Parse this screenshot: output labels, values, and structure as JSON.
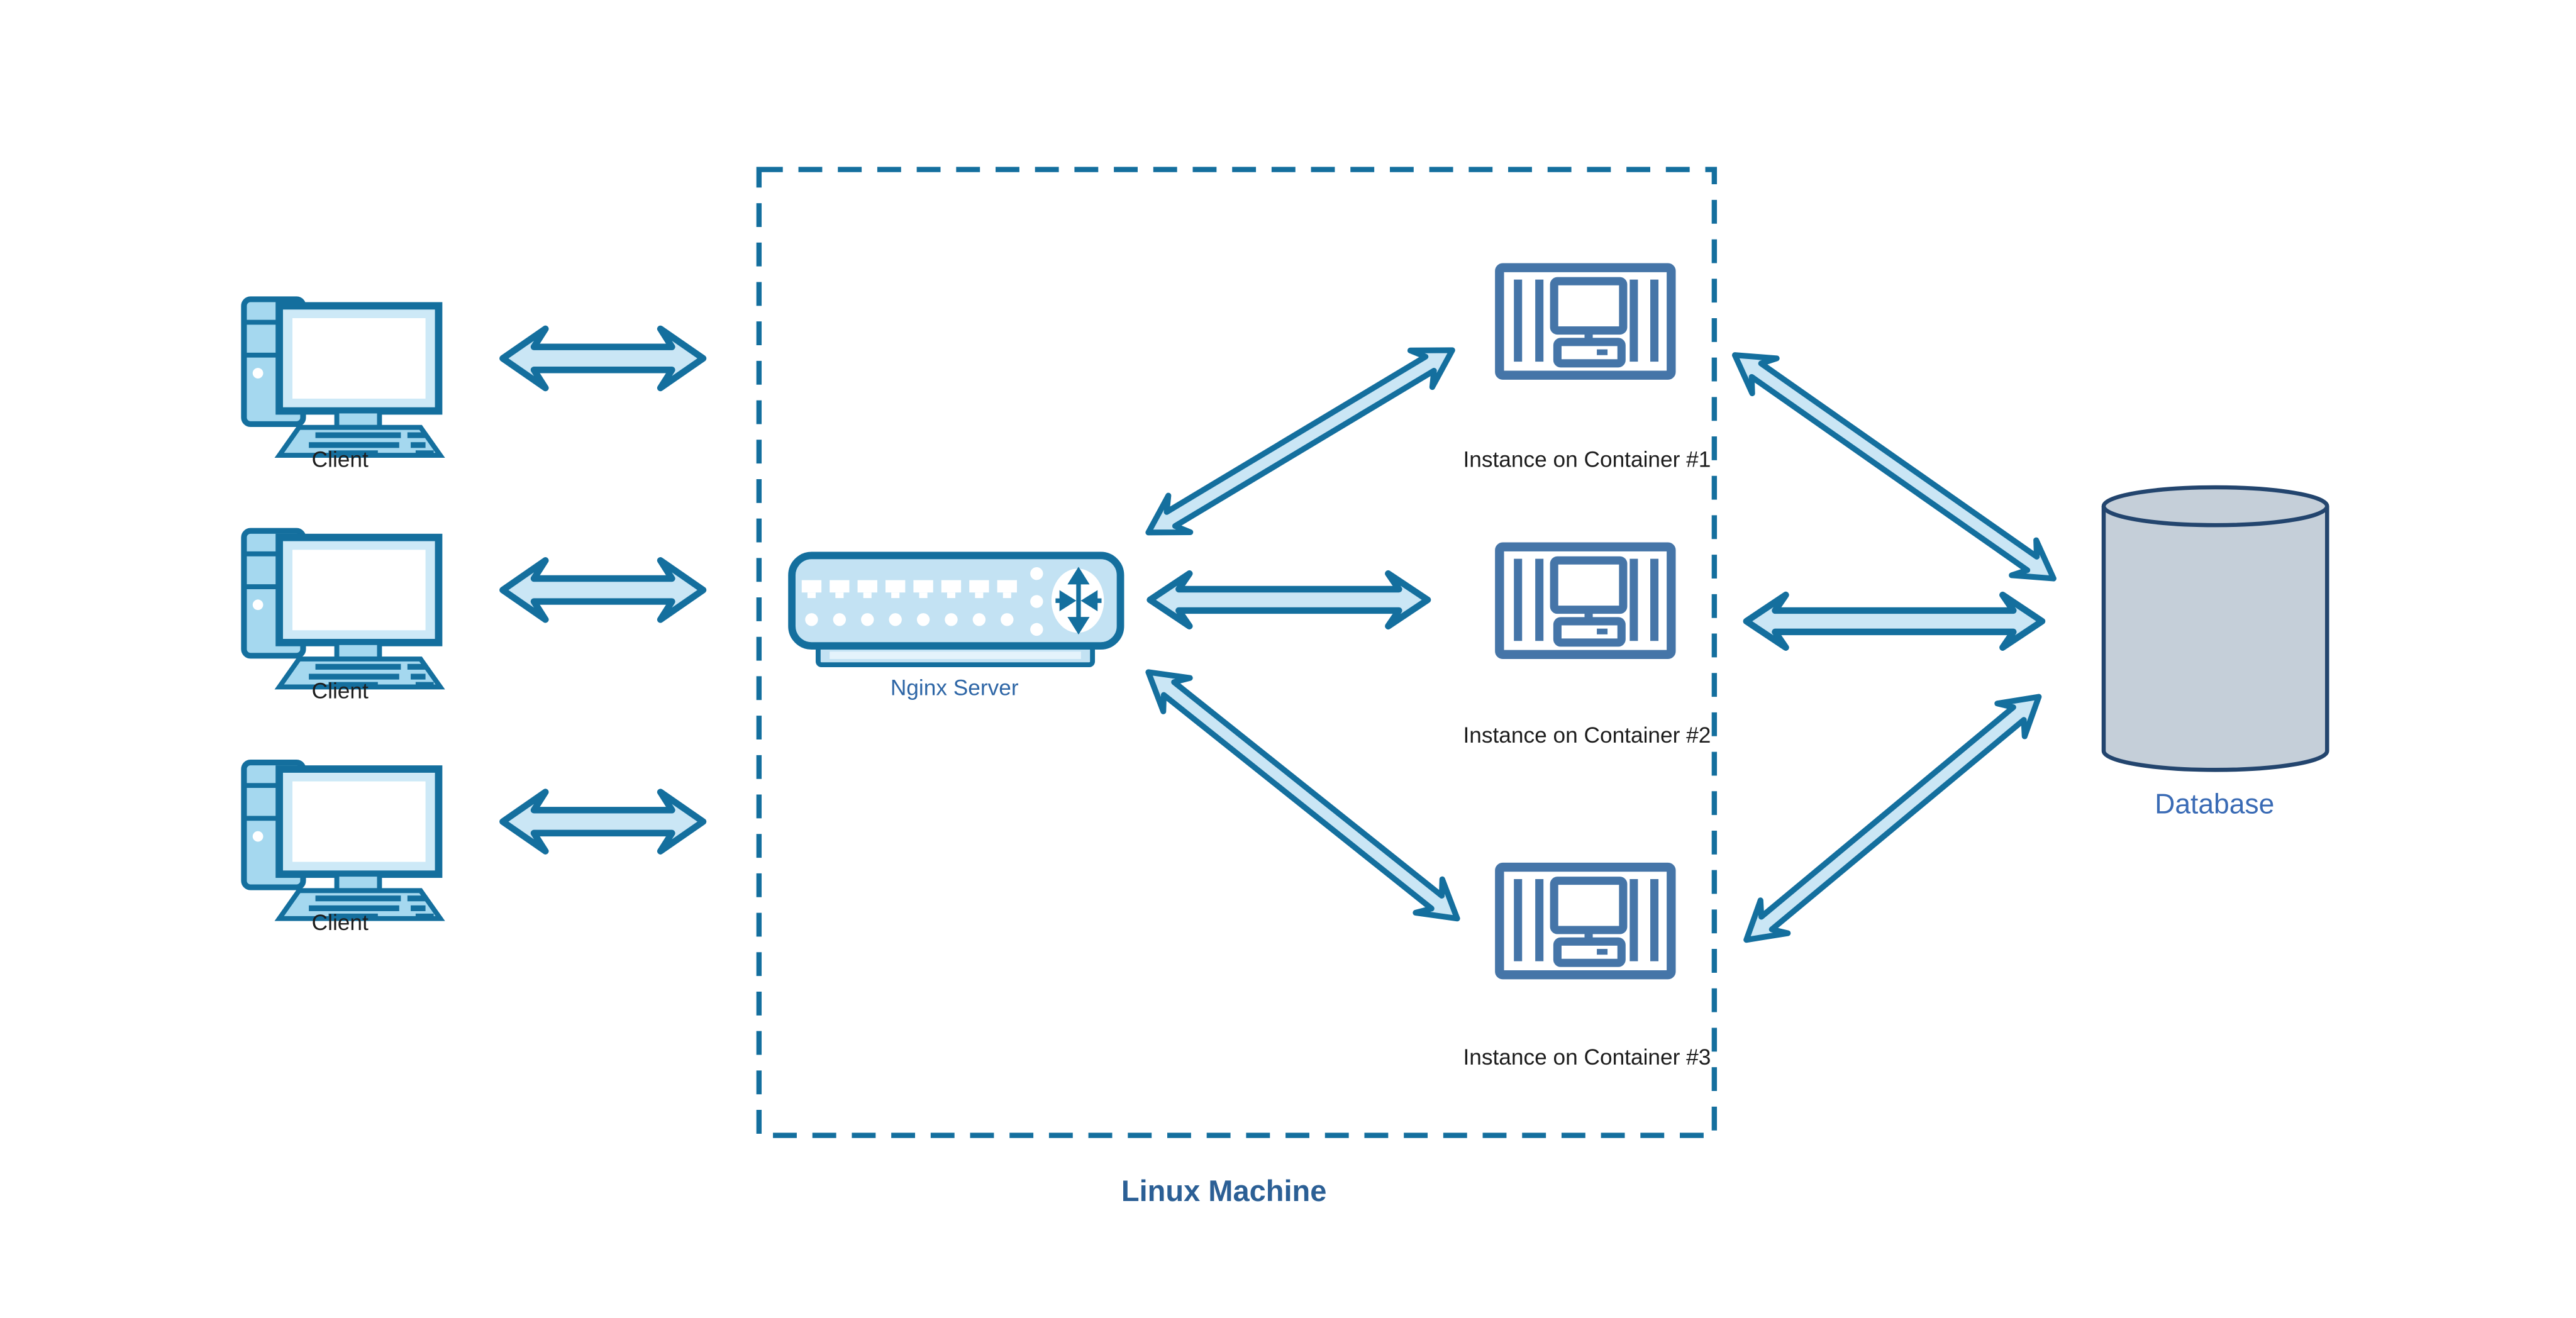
{
  "group_box": {
    "label": "Linux Machine"
  },
  "clients": [
    {
      "label": "Client"
    },
    {
      "label": "Client"
    },
    {
      "label": "Client"
    }
  ],
  "nginx": {
    "label": "Nginx Server"
  },
  "containers": [
    {
      "label": "Instance on Container #1"
    },
    {
      "label": "Instance on Container #2"
    },
    {
      "label": "Instance on Container #3"
    }
  ],
  "database": {
    "label": "Database"
  },
  "icons": {
    "client": "desktop-computer-icon",
    "nginx": "load-balancer-icon",
    "container": "container-instance-icon",
    "database": "database-cylinder-icon",
    "link": "double-headed-arrow-icon"
  },
  "colors": {
    "outline_teal": "#146F9E",
    "arrow_fill": "#CAE6F5",
    "icon_fill_light_blue": "#A5D8EF",
    "nginx_body_fill": "#C3E2F3",
    "container_blue": "#4575A8",
    "database_fill": "#C5CFD9",
    "database_outline": "#23456E",
    "label_black": "#1d1d1d",
    "nginx_label_blue": "#2E66A6",
    "database_label_blue": "#3A6BB5",
    "box_label_blue": "#2B5F95"
  }
}
